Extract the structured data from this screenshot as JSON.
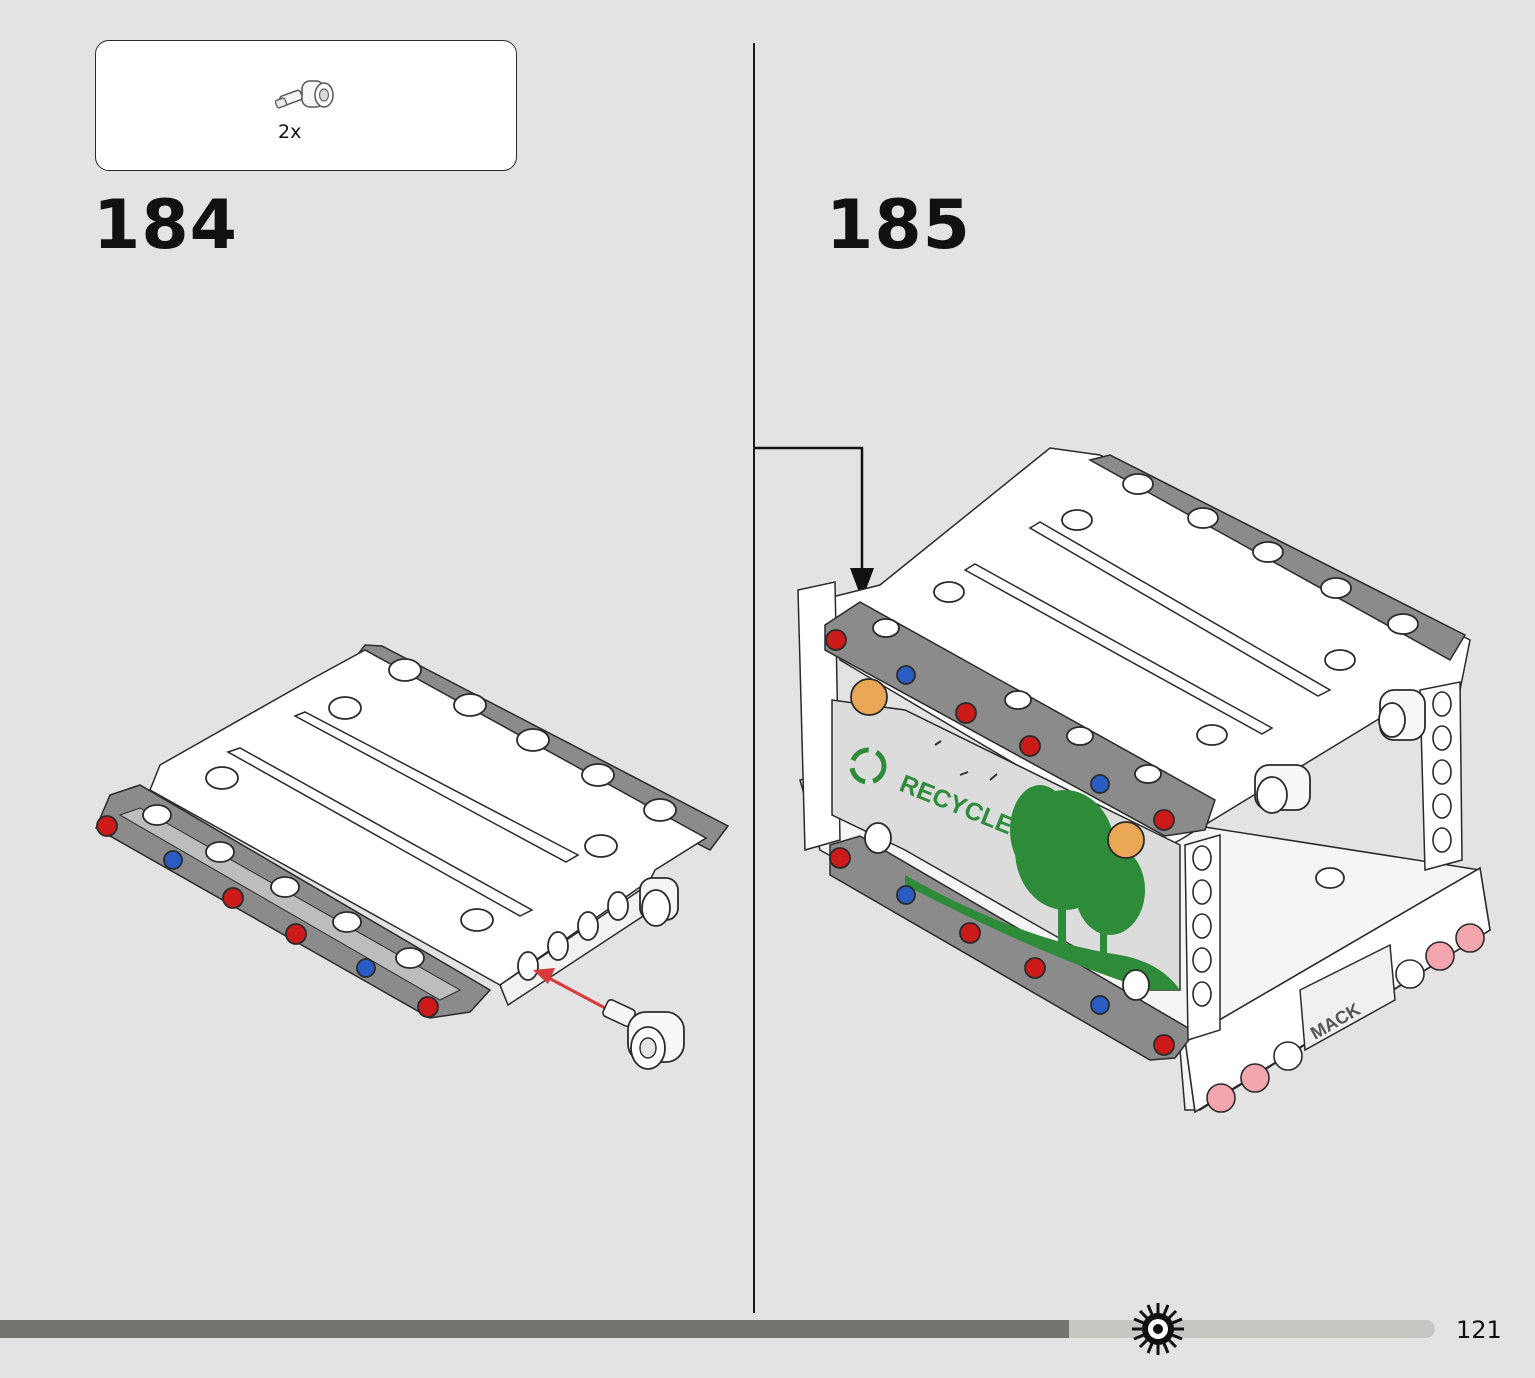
{
  "parts_callout": {
    "quantity": "2x",
    "part_icon": "technic-pin-connector-icon"
  },
  "steps": [
    {
      "number": "184"
    },
    {
      "number": "185"
    }
  ],
  "assembly_185": {
    "sticker_text": "RECYCLE",
    "plate_text": "MACK"
  },
  "footer": {
    "page_number": "121",
    "progress_fraction": 0.745,
    "progress_icon": "gear-icon"
  },
  "colors": {
    "background": "#e3e3e3",
    "frame_gray": "#8b8b8b",
    "pin_red": "#cc1a1a",
    "pin_blue": "#2b5cc4",
    "arrow_red": "#d63a3a",
    "sticker_green": "#2e8b3a",
    "orange_stud": "#e8a656",
    "progress_dark": "#75746f",
    "progress_light": "#c8c6c2"
  }
}
